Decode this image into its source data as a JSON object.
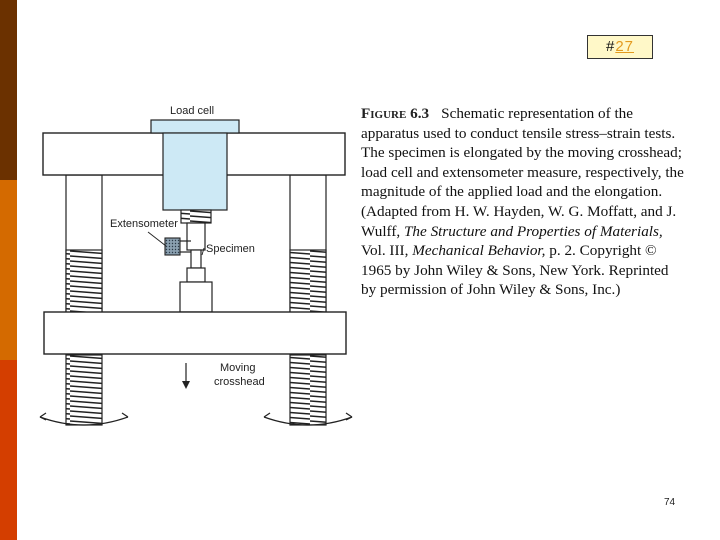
{
  "slide_tag": {
    "hash": "#",
    "number": "27"
  },
  "figure": {
    "labels": {
      "load_cell": "Load cell",
      "extensometer": "Extensometer",
      "specimen": "Specimen",
      "moving_line1": "Moving",
      "moving_line2": "crosshead"
    },
    "colors": {
      "load_cell_fill": "#cde9f5",
      "extensometer_fill": "#8aa0b0",
      "frame_stroke": "#222222"
    }
  },
  "caption": {
    "label": "Figure 6.3",
    "text_1": "Schematic representation of the apparatus used to conduct tensile stress–strain tests. The specimen is elongated by the moving crosshead; load cell and extensometer measure, respectively, the magnitude of the applied load and the elongation. (Adapted from H. W. Hayden, W. G. Moffatt, and J. Wulff, ",
    "italic_1": "The Structure and Properties of Materials,",
    "text_2": " Vol. III, ",
    "italic_2": "Mechanical Behavior,",
    "text_3": " p. 2. Copyright © 1965 by John Wiley & Sons, New York. Reprinted by permission of John Wiley & Sons, Inc.)"
  },
  "page_number": "74"
}
